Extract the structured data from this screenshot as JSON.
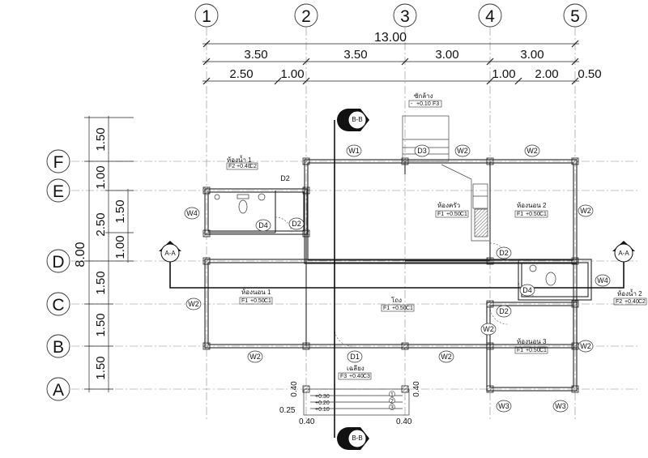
{
  "grid": {
    "columns": [
      "1",
      "2",
      "3",
      "4",
      "5"
    ],
    "rows": [
      "F",
      "E",
      "D",
      "C",
      "B",
      "A"
    ]
  },
  "dimensions": {
    "overall_width": "13.00",
    "top_spans": [
      "3.50",
      "3.50",
      "3.00",
      "3.00"
    ],
    "sub_spans": [
      "2.50",
      "1.00",
      "1.00",
      "2.00",
      "0.50"
    ],
    "overall_depth": "8.00",
    "left_spans": [
      "1.50",
      "1.00",
      "2.50",
      "1.50",
      "1.50",
      "1.50"
    ],
    "inner_spans": [
      "1.50",
      "1.00"
    ],
    "step_dims": [
      "0.40",
      "0.40",
      "0.25",
      "0.40",
      "0.40"
    ]
  },
  "section_markers": {
    "bb": "B-B",
    "aa": "A-A"
  },
  "rooms": [
    {
      "name": "ห้องน้ำ 1",
      "f": "F2",
      "level": "+0.40",
      "c": "C2"
    },
    {
      "name": "ห้องครัว",
      "f": "F1",
      "level": "+0.50",
      "c": "C1"
    },
    {
      "name": "ห้องนอน 2",
      "f": "F1",
      "level": "+0.50",
      "c": "C1"
    },
    {
      "name": "ห้องนอน 1",
      "f": "F1",
      "level": "+0.50",
      "c": "C1"
    },
    {
      "name": "โถง",
      "f": "F1",
      "level": "+0.50",
      "c": "C1"
    },
    {
      "name": "ห้องน้ำ 2",
      "f": "F2",
      "level": "+0.40",
      "c": "C2"
    },
    {
      "name": "ห้องนอน 3",
      "f": "F1",
      "level": "+0.50",
      "c": "C1"
    },
    {
      "name": "เฉลียง",
      "f": "F3",
      "level": "+0.40",
      "c": "C3"
    },
    {
      "name": "ซักล้าง",
      "f": "-",
      "level": "+0.10",
      "c": "F3"
    }
  ],
  "doors": [
    "D1",
    "D2",
    "D2",
    "D2",
    "D2",
    "D3",
    "D4",
    "D4"
  ],
  "windows": [
    "W1",
    "W2",
    "W2",
    "W2",
    "W2",
    "W2",
    "W2",
    "W2",
    "W2",
    "W3",
    "W3",
    "W4",
    "W4"
  ],
  "steps": {
    "levels": [
      "+0.30",
      "+0.20",
      "+0.10"
    ],
    "numbers": [
      "1",
      "2",
      "3"
    ]
  }
}
